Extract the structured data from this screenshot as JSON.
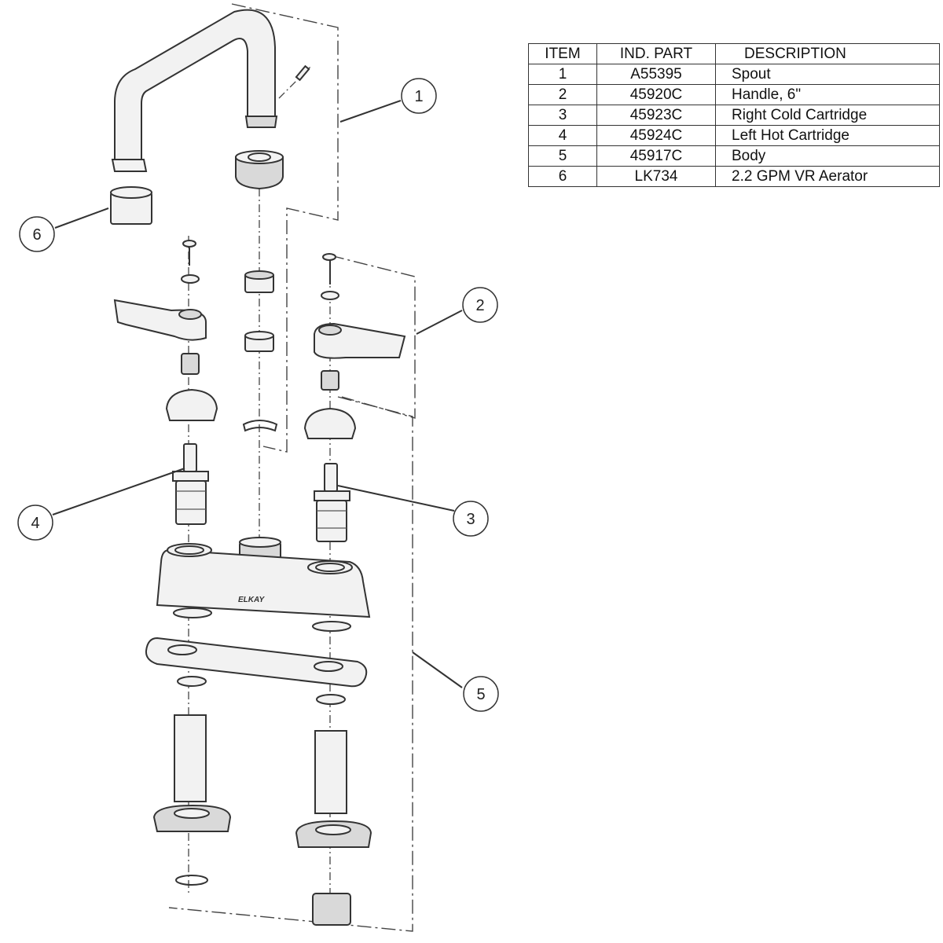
{
  "parts_table": {
    "headers": [
      "ITEM",
      "IND. PART",
      "DESCRIPTION"
    ],
    "rows": [
      {
        "item": "1",
        "part": "A55395",
        "description": "Spout"
      },
      {
        "item": "2",
        "part": "45920C",
        "description": "Handle, 6\""
      },
      {
        "item": "3",
        "part": "45923C",
        "description": "Right Cold Cartridge"
      },
      {
        "item": "4",
        "part": "45924C",
        "description": "Left Hot Cartridge"
      },
      {
        "item": "5",
        "part": "45917C",
        "description": "Body"
      },
      {
        "item": "6",
        "part": "LK734",
        "description": "2.2 GPM VR Aerator"
      }
    ]
  },
  "callouts": [
    "1",
    "2",
    "3",
    "4",
    "5",
    "6"
  ],
  "logo": "ELKAY"
}
